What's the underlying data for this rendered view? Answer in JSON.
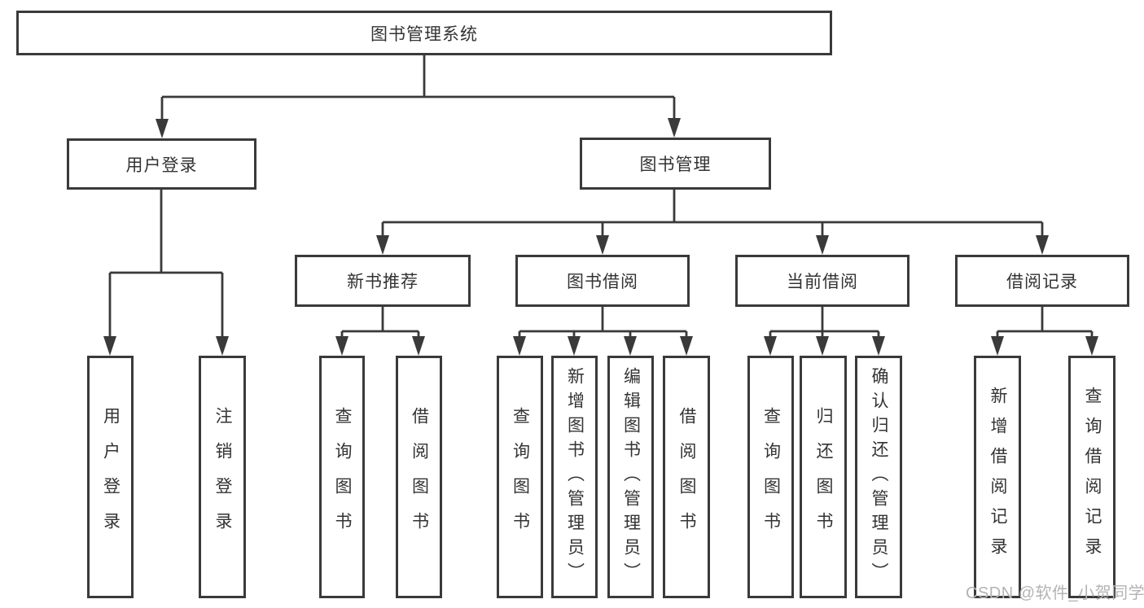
{
  "diagram": {
    "root": {
      "label": "图书管理系统"
    },
    "level2": [
      {
        "id": "user-login",
        "label": "用户登录"
      },
      {
        "id": "book-management",
        "label": "图书管理"
      }
    ],
    "level3": [
      {
        "id": "new-book-recommendation",
        "label": "新书推荐"
      },
      {
        "id": "book-borrowing",
        "label": "图书借阅"
      },
      {
        "id": "current-borrowing",
        "label": "当前借阅"
      },
      {
        "id": "borrowing-records",
        "label": "借阅记录"
      }
    ],
    "leaves": [
      {
        "id": "user-login",
        "label": "用户登录"
      },
      {
        "id": "logout",
        "label": "注销登录"
      },
      {
        "id": "query-books-recommend",
        "label": "查询图书"
      },
      {
        "id": "borrow-books-recommend",
        "label": "借阅图书"
      },
      {
        "id": "query-books-borrowing",
        "label": "查询图书"
      },
      {
        "id": "add-book-admin",
        "label": "新增图书（管理员）"
      },
      {
        "id": "edit-book-admin",
        "label": "编辑图书（管理员）"
      },
      {
        "id": "borrow-books-borrowing",
        "label": "借阅图书"
      },
      {
        "id": "query-books-current",
        "label": "查询图书"
      },
      {
        "id": "return-books",
        "label": "归还图书"
      },
      {
        "id": "confirm-return-admin",
        "label": "确认归还（管理员）"
      },
      {
        "id": "add-borrow-record",
        "label": "新增借阅记录"
      },
      {
        "id": "query-borrow-record",
        "label": "查询借阅记录"
      }
    ],
    "watermark": "CSDN @软件_小贺同学",
    "colors": {
      "line": "#3a3a3a",
      "text": "#333333",
      "watermark": "#b3b3b3",
      "background": "#ffffff"
    }
  }
}
